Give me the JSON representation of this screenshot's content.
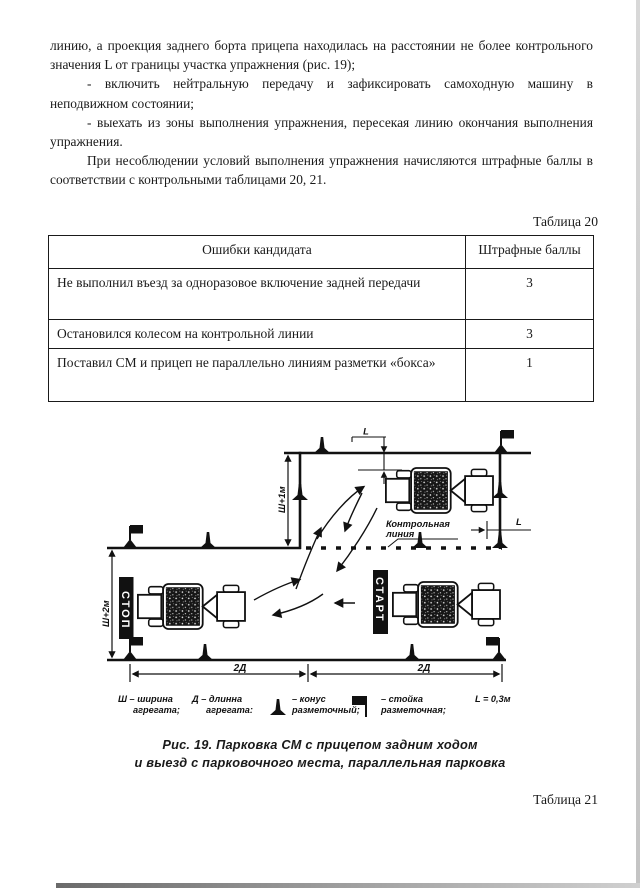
{
  "content": {
    "paragraphs": [
      "линию, а проекция заднего борта прицепа находилась на расстоянии не более контрольного значения L от границы участка упражнения (рис. 19);",
      "- включить нейтральную передачу и зафиксировать самоходную машину в неподвижном состоянии;",
      "- выехать из зоны выполнения упражнения, пересекая линию окончания выполнения упражнения.",
      "При несоблюдении условий выполнения упражнения начисляются штрафные баллы в соответствии с контрольными таблицами 20, 21."
    ],
    "table20_label": "Таблица 20",
    "table21_label": "Таблица 21"
  },
  "table": {
    "headers": [
      "Ошибки кандидата",
      "Штрафные баллы"
    ],
    "rows": [
      {
        "error": "Не выполнил въезд за одноразовое включение задней передачи",
        "points": "3"
      },
      {
        "error": "Остановился колесом на контрольной линии",
        "points": "3"
      },
      {
        "error": "Поставил СМ и прицеп не параллельно линиям разметки «бокса»",
        "points": "1"
      }
    ]
  },
  "diagram": {
    "labels": {
      "box_width_dim": "Ш+1м",
      "corridor_width_dim": "Ш+2м",
      "l_top": "L",
      "l_right": "L",
      "len_left": "2Д",
      "len_right": "2Д",
      "control_line_word1": "Контрольная",
      "control_line_word2": "линия",
      "stop_sign": "СТОП",
      "start_sign": "СТАРТ"
    },
    "legend": {
      "width_line1": "Ш – ширина",
      "width_line2": "агрегата;",
      "length_line1": "Д – длинна",
      "length_line2": "агрегата:",
      "cone_line1": "– конус",
      "cone_line2": "разметочный;",
      "post_line1": "– стойка",
      "post_line2": "разметочная;",
      "l_value": "L = 0,3м"
    },
    "caption_line1": "Рис. 19. Парковка СМ с прицепом задним ходом",
    "caption_line2": "и выезд с парковочного места, параллельная парковка"
  }
}
